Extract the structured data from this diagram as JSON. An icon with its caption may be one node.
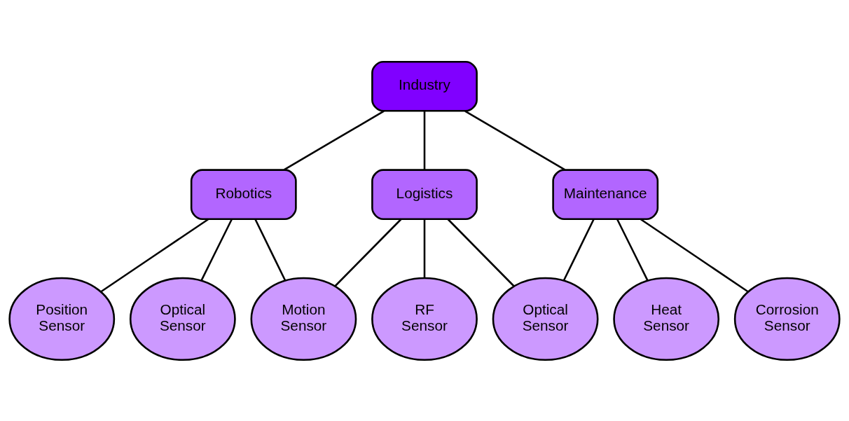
{
  "diagram": {
    "nodes": [
      {
        "text": [
          "Industry"
        ]
      },
      {
        "text": [
          "Robotics"
        ]
      },
      {
        "text": [
          "Logistics"
        ]
      },
      {
        "text": [
          "Maintenance"
        ]
      },
      {
        "text": [
          "Position Sensor"
        ]
      },
      {
        "text": [
          "Optical Sensor"
        ]
      },
      {
        "text": [
          "Motion Sensor"
        ]
      },
      {
        "text": [
          "RF Sensor"
        ]
      },
      {
        "text": [
          "Optical Sensor"
        ]
      },
      {
        "text": [
          "Heat Sensor"
        ]
      },
      {
        "text": [
          "Corrosion Sensor"
        ]
      }
    ],
    "edges": [
      {
        "from": 0,
        "to": 1,
        "arrow": "none"
      },
      {
        "from": 0,
        "to": 2,
        "arrow": "none"
      },
      {
        "from": 0,
        "to": 3,
        "arrow": "none"
      },
      {
        "from": 1,
        "to": 4,
        "arrow": "none"
      },
      {
        "from": 1,
        "to": 5,
        "arrow": "none"
      },
      {
        "from": 1,
        "to": 6,
        "arrow": "none"
      },
      {
        "from": 2,
        "to": 6,
        "arrow": "none"
      },
      {
        "from": 2,
        "to": 7,
        "arrow": "none"
      },
      {
        "from": 2,
        "to": 8,
        "arrow": "none"
      },
      {
        "from": 3,
        "to": 8,
        "arrow": "none"
      },
      {
        "from": 3,
        "to": 9,
        "arrow": "none"
      },
      {
        "from": 3,
        "to": 10,
        "arrow": "none"
      }
    ]
  }
}
